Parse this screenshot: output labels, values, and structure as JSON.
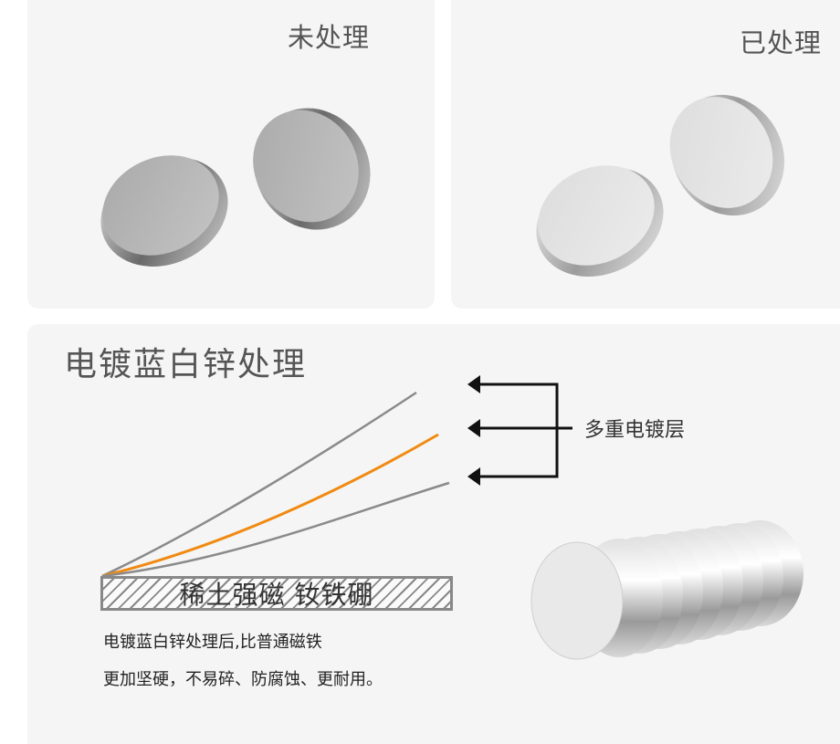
{
  "panels": {
    "untreated": {
      "label": "未处理"
    },
    "treated": {
      "label": "已处理"
    }
  },
  "process": {
    "title": "电镀蓝白锌处理",
    "callout_label": "多重电镀层",
    "substrate_label": "稀土强磁 钕铁硼",
    "description_lines": [
      "电镀蓝白锌处理后,比普通磁铁",
      "更加坚硬，不易碎、防腐蚀、更耐用。"
    ]
  },
  "colors": {
    "panel_bg": "#f5f5f5",
    "layer_gray": "#888888",
    "layer_accent": "#f08a12",
    "text": "#444444"
  }
}
